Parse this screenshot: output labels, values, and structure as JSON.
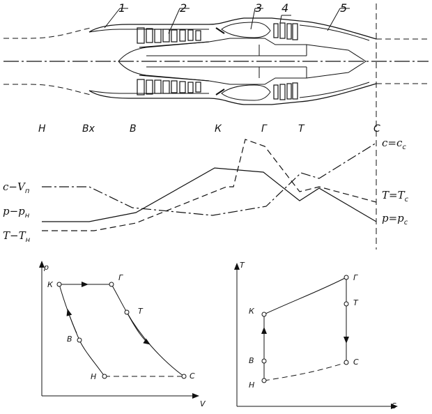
{
  "engine": {
    "part_numbers": [
      "1",
      "2",
      "3",
      "4",
      "5"
    ],
    "station_labels": [
      "Н",
      "Вх",
      "В",
      "К",
      "Г",
      "Т",
      "С"
    ]
  },
  "parameter_plot": {
    "left_labels": {
      "c": {
        "main": "c−V",
        "sub": "п"
      },
      "p": {
        "main": "p−p",
        "sub": "н"
      },
      "T": {
        "main": "T−T",
        "sub": "н"
      }
    },
    "right_labels": {
      "c": {
        "main": "c=c",
        "sub": "c"
      },
      "T": {
        "main": "T=T",
        "sub": "c"
      },
      "p": {
        "main": "p=p",
        "sub": "c"
      }
    }
  },
  "pv_diagram": {
    "y_axis": "p",
    "x_axis": "V",
    "points": [
      "К",
      "Г",
      "Т",
      "В",
      "С",
      "Н"
    ]
  },
  "ts_diagram": {
    "y_axis": "T",
    "x_axis": "S",
    "points": [
      "Г",
      "Т",
      "К",
      "С",
      "В",
      "Н"
    ]
  }
}
